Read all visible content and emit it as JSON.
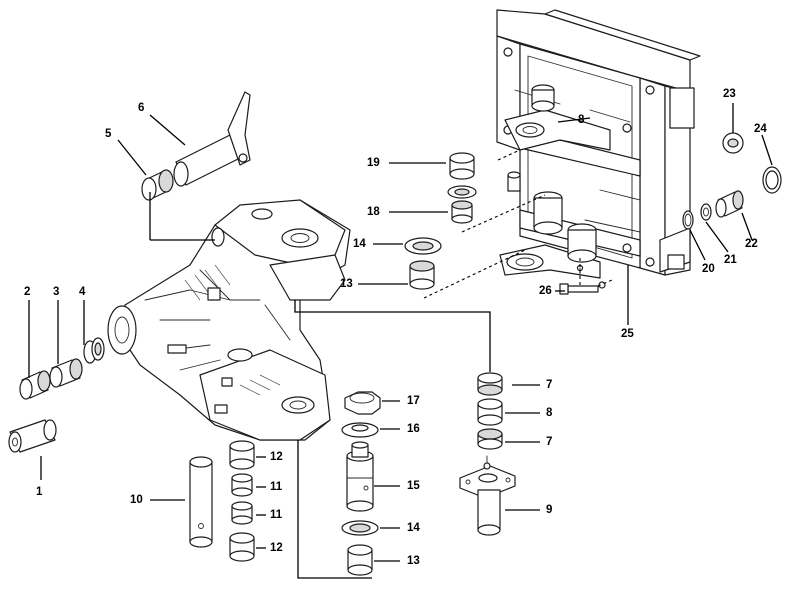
{
  "diagram": {
    "callouts": [
      {
        "id": "1",
        "text": "1"
      },
      {
        "id": "2",
        "text": "2"
      },
      {
        "id": "3",
        "text": "3"
      },
      {
        "id": "4",
        "text": "4"
      },
      {
        "id": "5",
        "text": "5"
      },
      {
        "id": "6",
        "text": "6"
      },
      {
        "id": "7a",
        "text": "7"
      },
      {
        "id": "7b",
        "text": "7"
      },
      {
        "id": "8a",
        "text": "8"
      },
      {
        "id": "8b",
        "text": "8"
      },
      {
        "id": "9",
        "text": "9"
      },
      {
        "id": "10",
        "text": "10"
      },
      {
        "id": "11a",
        "text": "11"
      },
      {
        "id": "11b",
        "text": "11"
      },
      {
        "id": "12a",
        "text": "12"
      },
      {
        "id": "12b",
        "text": "12"
      },
      {
        "id": "13a",
        "text": "13"
      },
      {
        "id": "13b",
        "text": "13"
      },
      {
        "id": "14a",
        "text": "14"
      },
      {
        "id": "14b",
        "text": "14"
      },
      {
        "id": "15",
        "text": "15"
      },
      {
        "id": "16",
        "text": "16"
      },
      {
        "id": "17",
        "text": "17"
      },
      {
        "id": "18",
        "text": "18"
      },
      {
        "id": "19",
        "text": "19"
      },
      {
        "id": "20",
        "text": "20"
      },
      {
        "id": "21",
        "text": "21"
      },
      {
        "id": "22",
        "text": "22"
      },
      {
        "id": "23",
        "text": "23"
      },
      {
        "id": "24",
        "text": "24"
      },
      {
        "id": "25",
        "text": "25"
      },
      {
        "id": "26",
        "text": "26"
      }
    ]
  }
}
